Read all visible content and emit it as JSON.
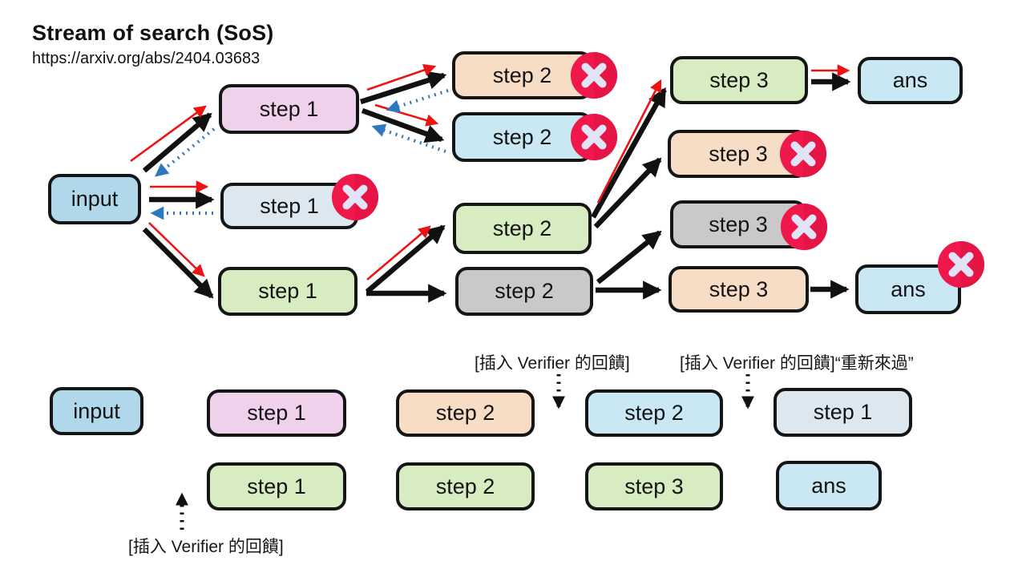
{
  "title": "Stream of search (SoS)",
  "subtitle": "https://arxiv.org/abs/2404.03683",
  "colors": {
    "bg": "#ffffff",
    "text": "#111111",
    "stroke": "#151515",
    "black-arrow": "#111111",
    "red-arrow": "#ee1212",
    "blue-arrow": "#2e79bd",
    "badge-red": "#f0184a",
    "badge-red-dark": "#d91342",
    "badge-x": "#e2e3f6",
    "node-input-blue": "#b0d7ea",
    "node-pink": "#efd1ec",
    "node-bluegray": "#dde7f0",
    "node-green": "#d8ecc2",
    "node-peach": "#f7ddc6",
    "node-skyblue": "#c9e8f3",
    "node-gray": "#c9c9c9"
  },
  "search_tree": {
    "input": {
      "label": "input"
    },
    "step1_pink": {
      "label": "step 1"
    },
    "step1_rejected": {
      "label": "step 1"
    },
    "step1_green": {
      "label": "step 1"
    },
    "step2_peach_rejected": {
      "label": "step 2"
    },
    "step2_blue_rejected": {
      "label": "step 2"
    },
    "step2_green": {
      "label": "step 2"
    },
    "step2_gray": {
      "label": "step 2"
    },
    "step3_green": {
      "label": "step 3"
    },
    "step3_peach_rejected": {
      "label": "step 3"
    },
    "step3_gray_rejected": {
      "label": "step 3"
    },
    "step3_peach": {
      "label": "step 3"
    },
    "ans_accepted": {
      "label": "ans"
    },
    "ans_rejected": {
      "label": "ans"
    }
  },
  "linear_trace": {
    "row1": [
      {
        "label": "input"
      },
      {
        "label": "step 1"
      },
      {
        "label": "step 2"
      },
      {
        "label": "step 2"
      },
      {
        "label": "step 1"
      }
    ],
    "row2": [
      {
        "label": "step 1"
      },
      {
        "label": "step 2"
      },
      {
        "label": "step 3"
      },
      {
        "label": "ans"
      }
    ]
  },
  "annotations": {
    "verifier_feedback_mid": "[插入 Verifier 的回饋]",
    "verifier_feedback_restart": "[插入 Verifier 的回饋]“重新來過”",
    "verifier_feedback_bottom": "[插入 Verifier 的回饋]"
  }
}
